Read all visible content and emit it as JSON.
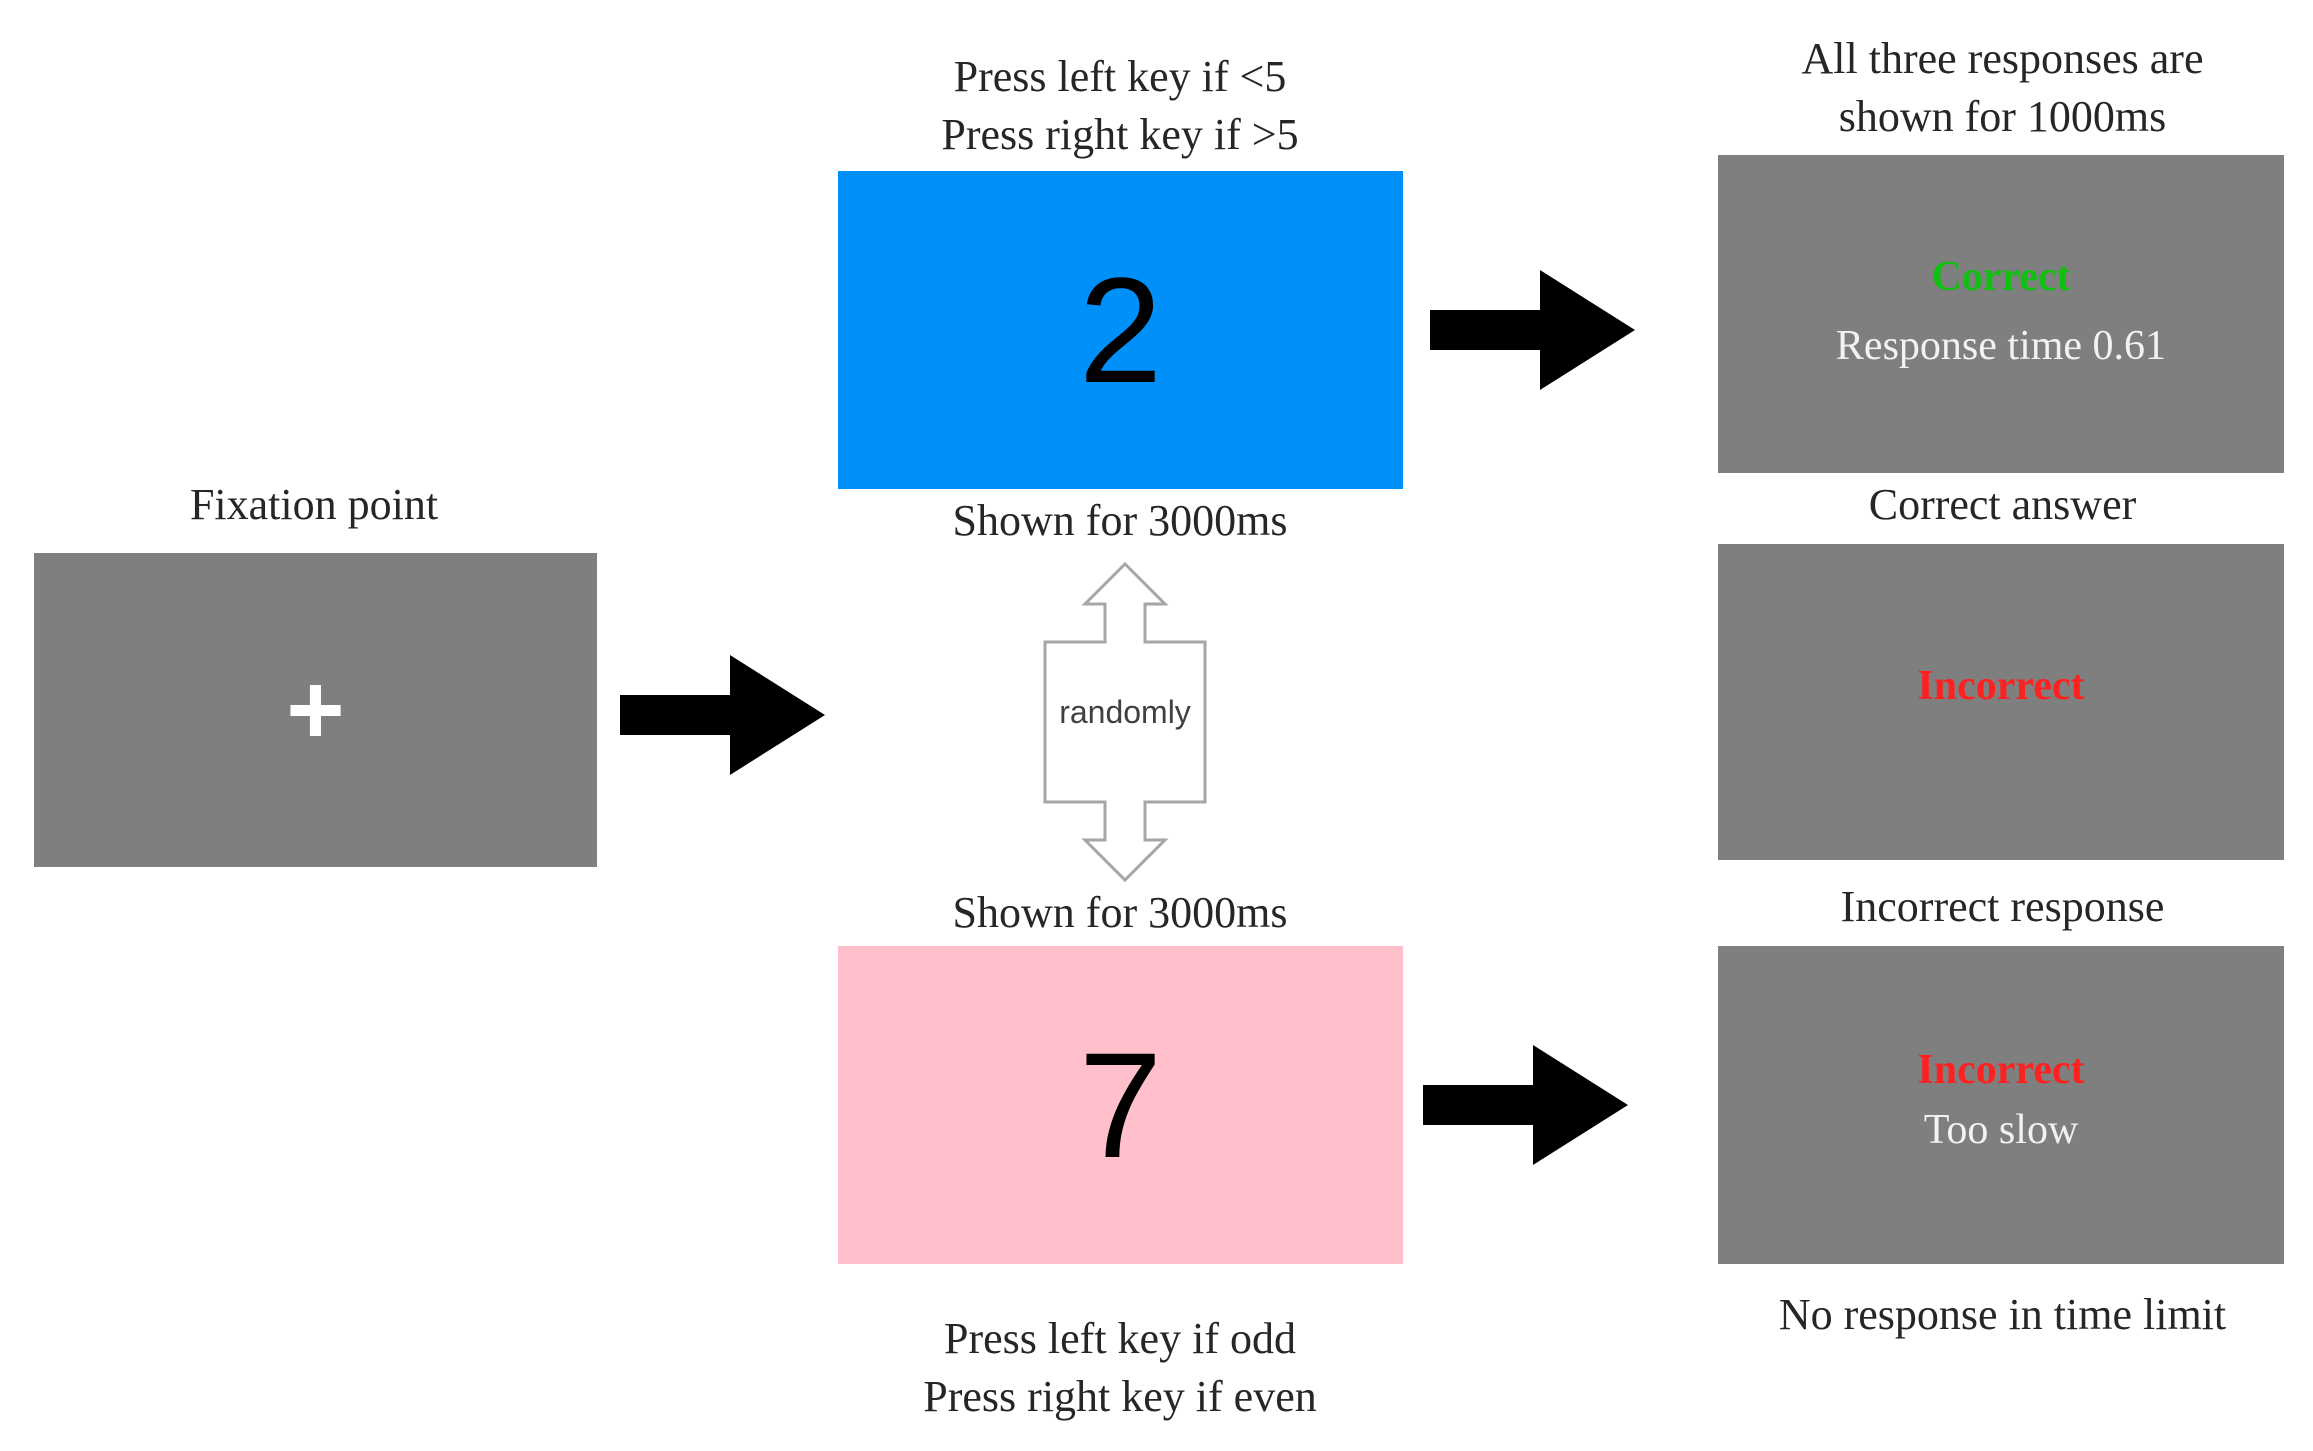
{
  "colors": {
    "screen_gray": "#7f7f7f",
    "blue_stimulus": "#0090fa",
    "pink_stimulus": "#ffc0cb",
    "correct_green": "#10c010",
    "incorrect_red": "#ff2020"
  },
  "fixation": {
    "label": "Fixation point",
    "symbol": "+"
  },
  "top_task": {
    "instruction_line1": "Press left key if <5",
    "instruction_line2": "Press right key if >5",
    "digit": "2",
    "duration": "Shown  for 3000ms"
  },
  "random_switch": {
    "label": "randomly"
  },
  "bottom_task": {
    "duration": "Shown  for 3000ms",
    "digit": "7",
    "instruction_line1": "Press left key if  odd",
    "instruction_line2": "Press right key if   even"
  },
  "feedback": {
    "header_line1": "All  three  responses   are",
    "header_line2": "shown  for  1000ms",
    "correct_screen": {
      "status": "Correct",
      "detail": "Response time  0.61",
      "caption": "Correct  answer"
    },
    "incorrect_screen": {
      "status": "Incorrect",
      "caption": "Incorrect response"
    },
    "timeout_screen": {
      "status": "Incorrect",
      "detail": "Too slow",
      "caption": "No response in time limit"
    }
  }
}
